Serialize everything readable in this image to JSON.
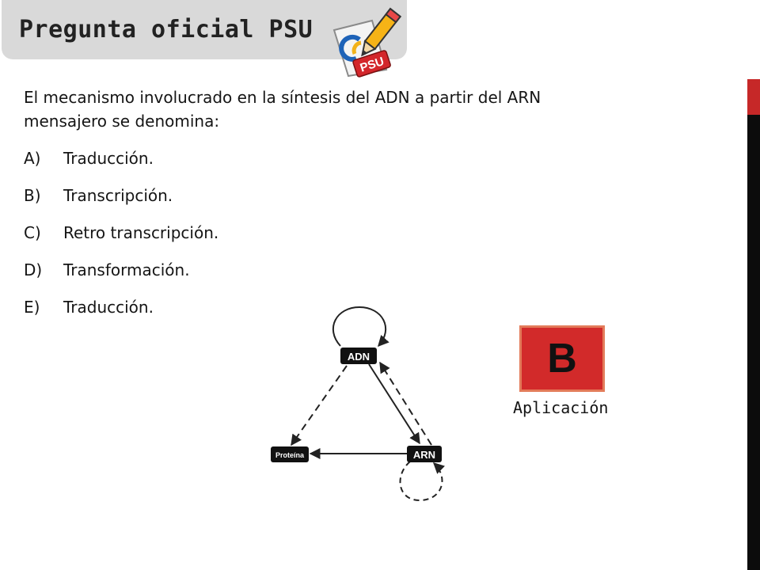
{
  "slide": {
    "title": "Pregunta oficial PSU",
    "logo_text": "PSU",
    "accent_red": "#d22a2a",
    "title_bg": "#d9d9d9"
  },
  "question": {
    "text": "El mecanismo involucrado en la síntesis del ADN a partir del ARN mensajero se denomina:",
    "options": [
      {
        "letter": "A)",
        "text": "Traducción."
      },
      {
        "letter": "B)",
        "text": "Transcripción."
      },
      {
        "letter": "C)",
        "text": "Retro transcripción."
      },
      {
        "letter": "D)",
        "text": "Transformación."
      },
      {
        "letter": "E)",
        "text": "Traducción."
      }
    ]
  },
  "diagram": {
    "nodes": {
      "adn": "ADN",
      "arn": "ARN",
      "proteina": "Proteína"
    }
  },
  "answer": {
    "letter": "B",
    "category": "Aplicación"
  }
}
